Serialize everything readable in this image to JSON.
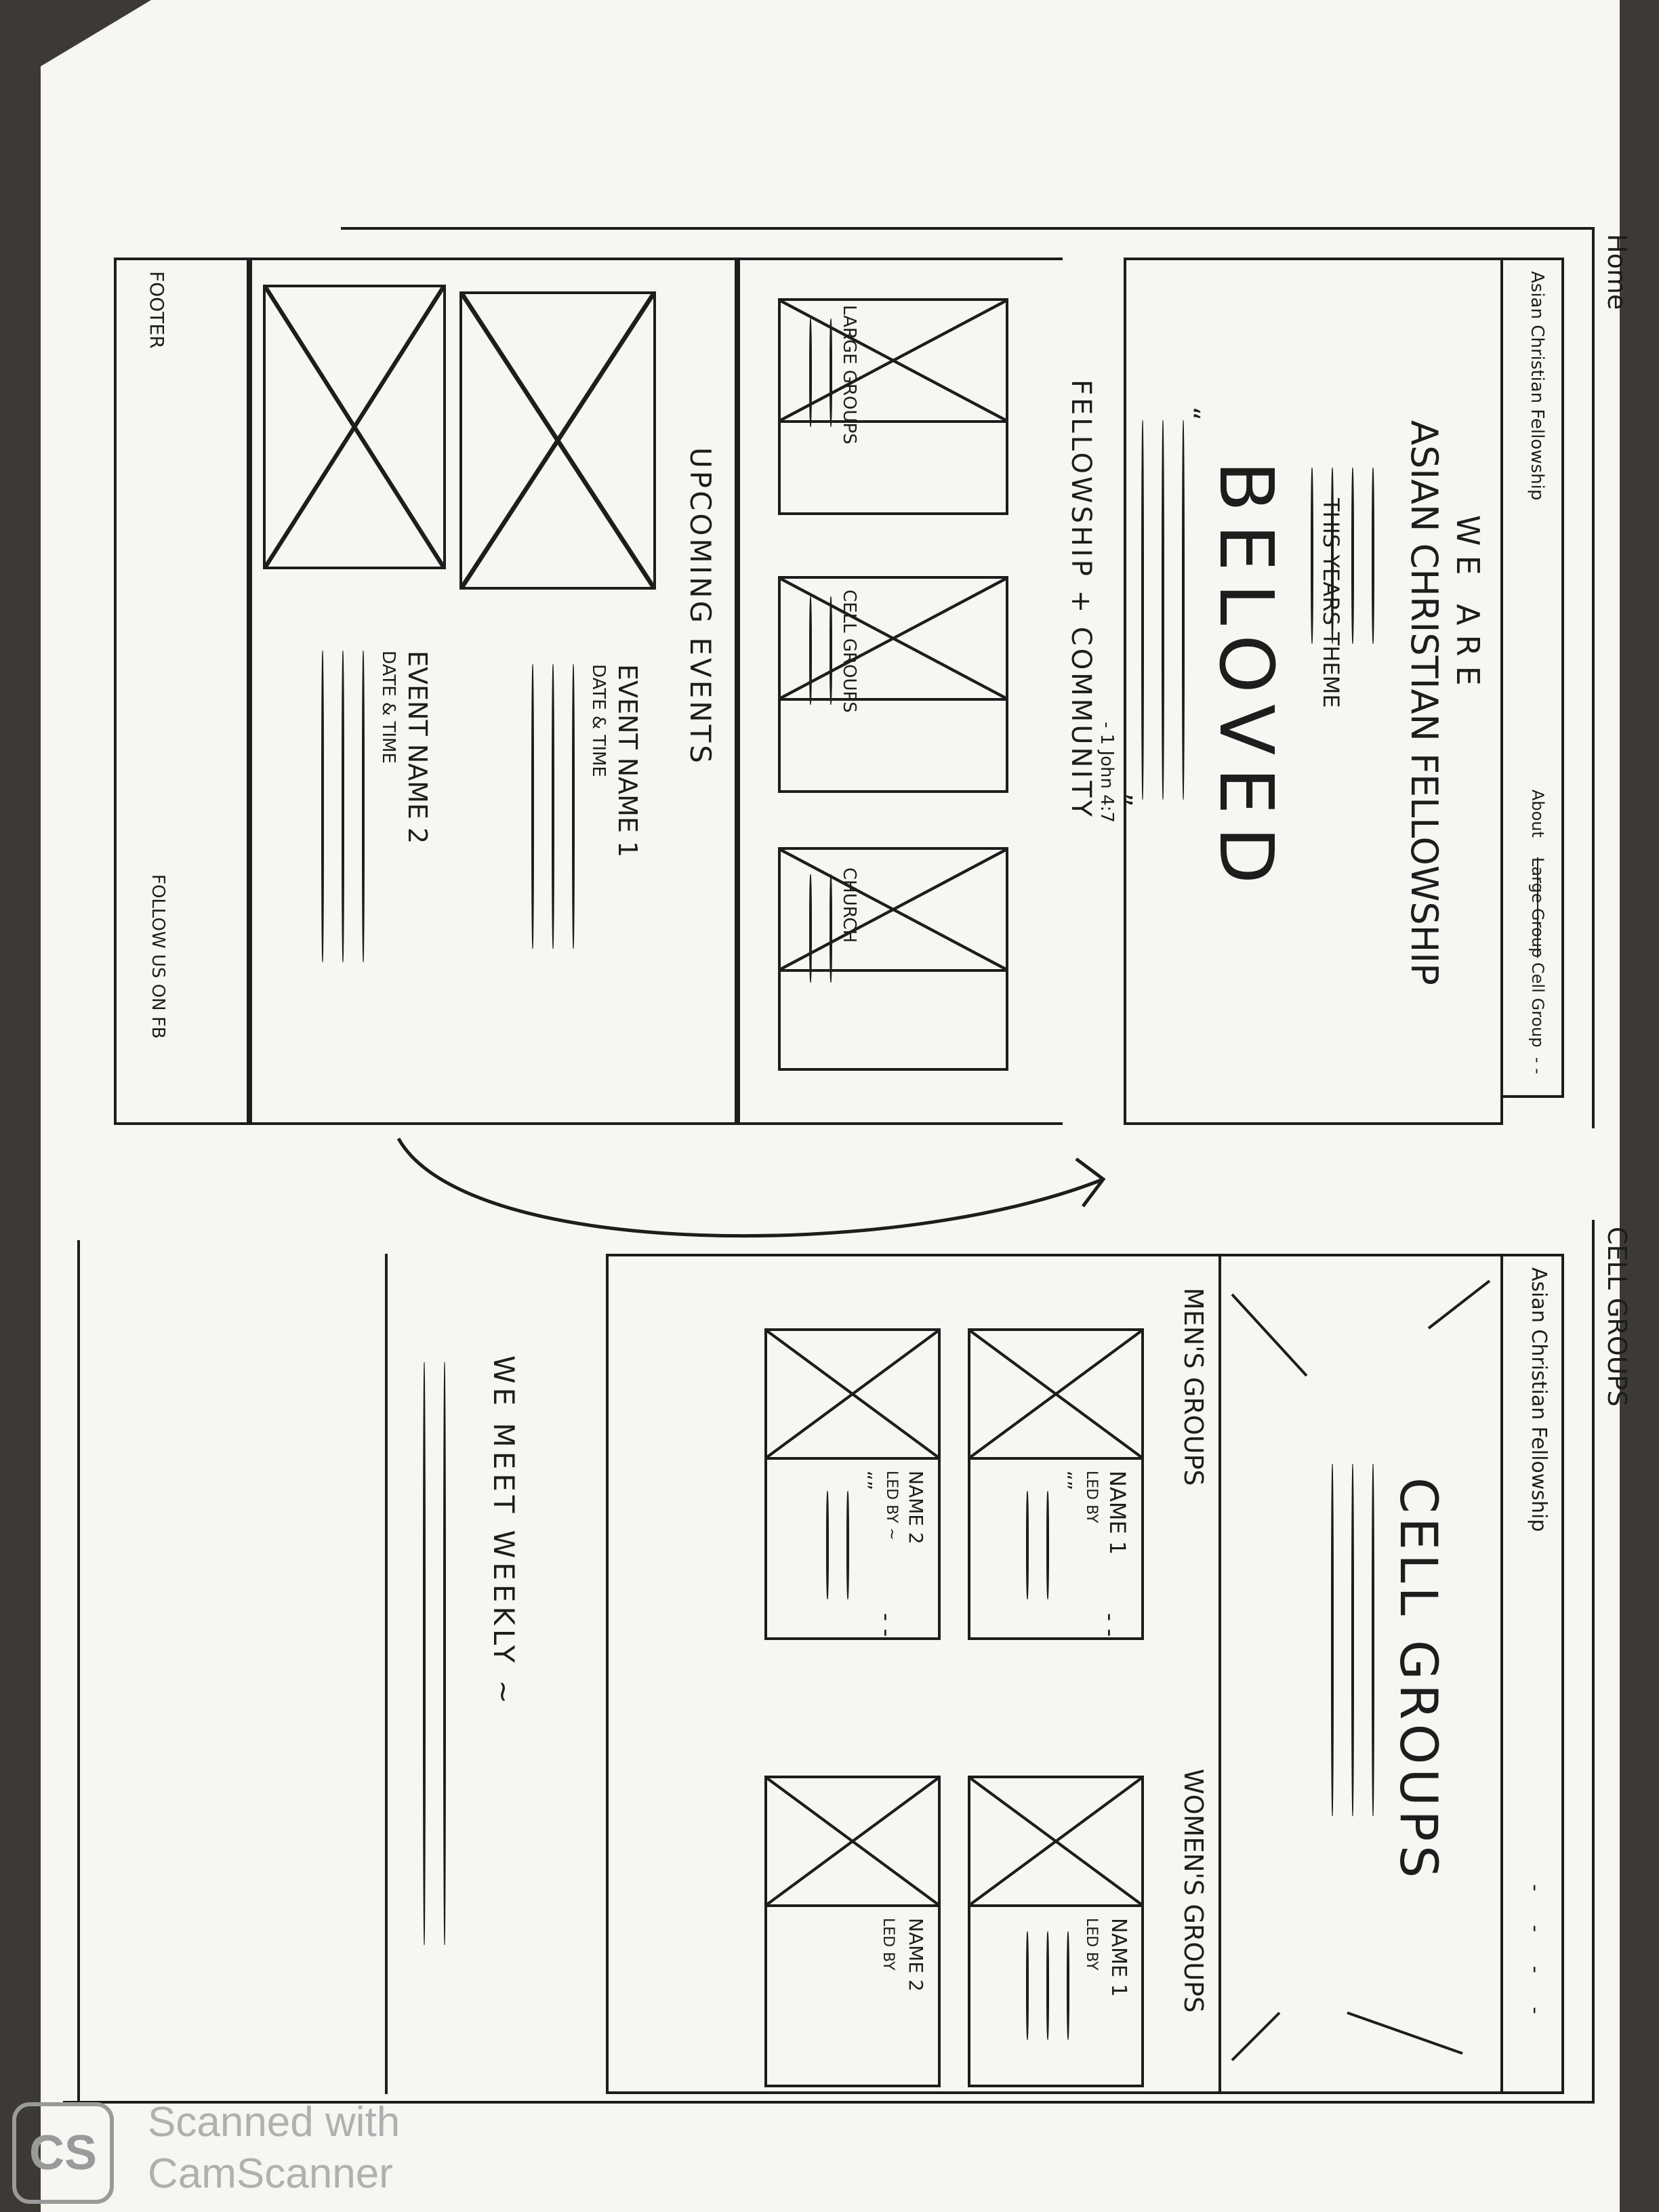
{
  "home": {
    "page_label": "Home",
    "nav_brand": "Asian Christian Fellowship",
    "nav_links": [
      "About",
      "Large Group",
      "Cell Group",
      "- -"
    ],
    "hero_pre": "WE ARE",
    "hero_title": "ASIAN CHRISTIAN FELLOWSHIP",
    "theme_label": "THIS YEARS THEME",
    "theme_word": "BELOVED",
    "quote_open": "“",
    "quote_close": "”",
    "verse": "- 1 John 4:7",
    "section_title": "FELLOWSHIP + COMMUNITY",
    "cards": [
      {
        "title": "LARGE GROUPS"
      },
      {
        "title": "CELL GROUPS"
      },
      {
        "title": "CHURCH"
      }
    ],
    "events_title": "UPCOMING EVENTS",
    "events": [
      {
        "name": "EVENT NAME 1",
        "date": "DATE & TIME"
      },
      {
        "name": "EVENT NAME 2",
        "date": "DATE & TIME"
      }
    ],
    "footer_label": "FOOTER",
    "footer_follow": "FOLLOW US ON FB"
  },
  "cell": {
    "page_label": "CELL GROUPS",
    "nav_brand": "Asian Christian Fellowship",
    "nav_links": "- - - -",
    "hero_title": "CELL GROUPS",
    "mens_title": "MEN'S GROUPS",
    "womens_title": "WOMEN'S GROUPS",
    "groups": [
      {
        "name": "NAME 1",
        "led": "LED BY",
        "q": "“”"
      },
      {
        "name": "NAME 2",
        "led": "LED BY ~",
        "q": "“”"
      },
      {
        "name": "NAME 1",
        "led": "LED BY",
        "q": ""
      },
      {
        "name": "NAME 2",
        "led": "LED BY",
        "q": ""
      }
    ],
    "divider": "- -",
    "meet_title": "WE MEET WEEKLY ~"
  },
  "watermark": {
    "logo": "CS",
    "line1": "Scanned with",
    "line2": "CamScanner"
  }
}
